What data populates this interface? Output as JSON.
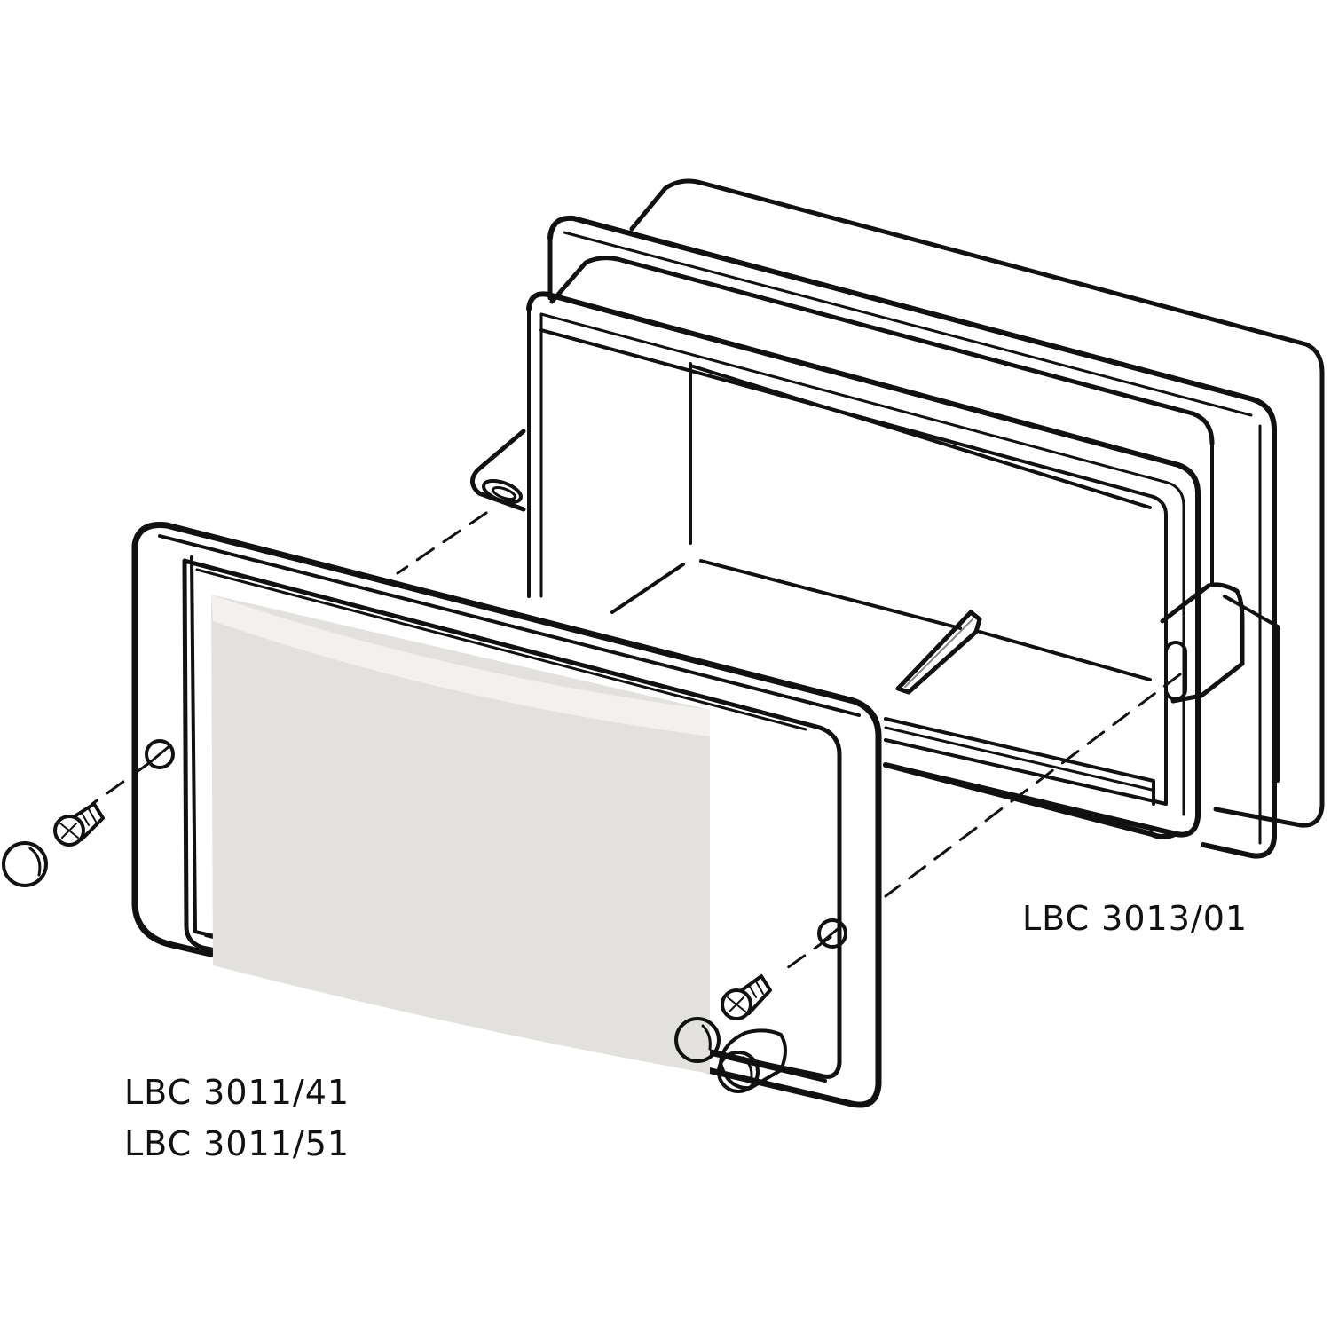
{
  "diagram": {
    "type": "exploded-assembly-drawing",
    "colors": {
      "line": "#111111",
      "panel_fill": "#e3e1dd",
      "background": "#ffffff"
    },
    "parts": [
      {
        "id": "back-box",
        "label": "LBC 3013/01"
      },
      {
        "id": "cover-plate",
        "labels": [
          "LBC 3011/41",
          "LBC 3011/51"
        ]
      },
      {
        "id": "screw-left"
      },
      {
        "id": "screw-right"
      },
      {
        "id": "cap-left"
      },
      {
        "id": "caps-right"
      }
    ]
  },
  "labels": {
    "back_box": "LBC 3013/01",
    "cover_plate_1": "LBC 3011/41",
    "cover_plate_2": "LBC 3011/51"
  }
}
